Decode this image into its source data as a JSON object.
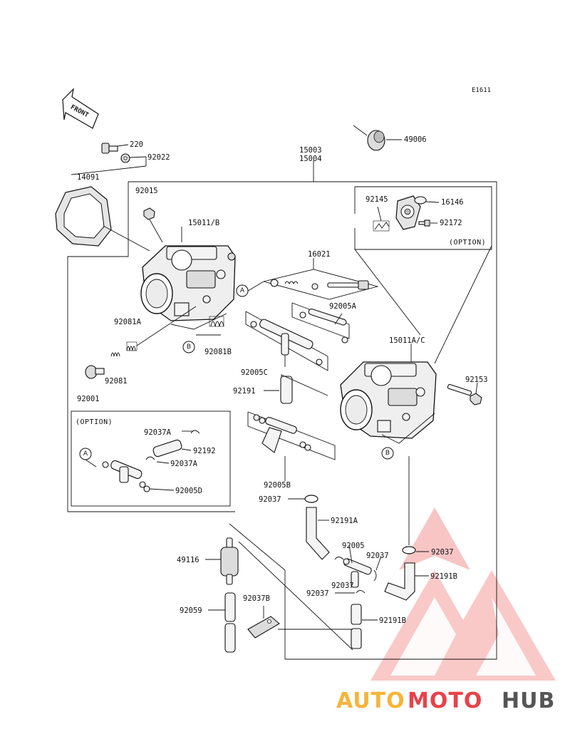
{
  "diagram_code": "E1611",
  "front_label": "FRONT",
  "option_label_1": "(OPTION)",
  "option_label_2": "(OPTION)",
  "callout_a": "A",
  "callout_b": "B",
  "parts": {
    "p220": "220",
    "p92022": "92022",
    "p14091": "14091",
    "p15003": "15003",
    "p15004": "15004",
    "p49006": "49006",
    "p92015": "92015",
    "p15011b": "15011/B",
    "p92145": "92145",
    "p16146": "16146",
    "p92172": "92172",
    "p16021": "16021",
    "p92005a": "92005A",
    "p92081a": "92081A",
    "p92081b": "92081B",
    "p15011ac": "15011A/C",
    "p92153": "92153",
    "p92081": "92081",
    "p92001": "92001",
    "p92005c": "92005C",
    "p92191": "92191",
    "p92037a_1": "92037A",
    "p92192": "92192",
    "p92037a_2": "92037A",
    "p92005d": "92005D",
    "p92005b": "92005B",
    "p92037_1": "92037",
    "p92191a": "92191A",
    "p92005": "92005",
    "p92037_2": "92037",
    "p92037_3": "92037",
    "p92037_4": "92037",
    "p92037_5": "92037",
    "p49116": "49116",
    "p92191b_1": "92191B",
    "p92037b": "92037B",
    "p92059": "92059",
    "p92191b_2": "92191B"
  },
  "watermark": {
    "part1": "AUTO",
    "part2": "MOTO",
    "part3": "HUB",
    "color_primary": "#e8424a",
    "color_secondary": "#f5b53a",
    "color_tertiary": "#555555"
  }
}
